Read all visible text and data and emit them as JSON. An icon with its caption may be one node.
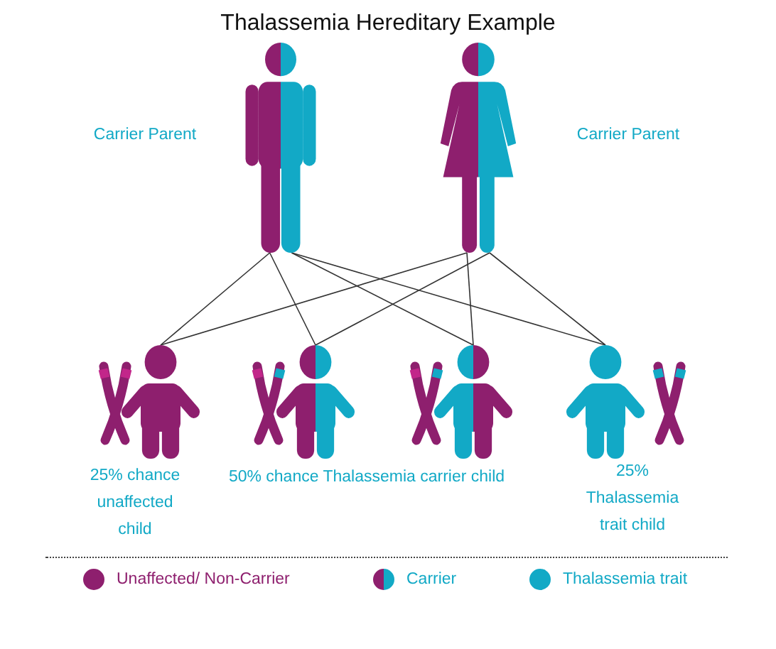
{
  "diagram": {
    "title": "Thalassemia Hereditary Example",
    "nodes": [
      {
        "text": [],
        "shape": "person",
        "beside": [
          "Carrier Parent"
        ]
      },
      {
        "text": [],
        "shape": "person",
        "beside": [
          "Carrier Parent"
        ]
      },
      {
        "text": [],
        "shape": "person",
        "beside": [
          "25% chance unaffected child"
        ]
      },
      {
        "text": [],
        "shape": "person"
      },
      {
        "text": [],
        "shape": "person"
      },
      {
        "text": [],
        "shape": "person",
        "beside": [
          "25% Thalassemia trait child"
        ]
      }
    ],
    "edges": [
      {
        "from": 0,
        "to": 2,
        "arrow": "none"
      },
      {
        "from": 0,
        "to": 3,
        "arrow": "none"
      },
      {
        "from": 0,
        "to": 4,
        "arrow": "none"
      },
      {
        "from": 0,
        "to": 5,
        "arrow": "none"
      },
      {
        "from": 1,
        "to": 2,
        "arrow": "none"
      },
      {
        "from": 1,
        "to": 4,
        "arrow": "none"
      },
      {
        "from": 1,
        "to": 3,
        "arrow": "none"
      },
      {
        "from": 1,
        "to": 5,
        "arrow": "none"
      }
    ],
    "labels": [
      "50% chance Thalassemia carrier child"
    ],
    "legend": [
      {
        "text": "Unaffected/ Non-Carrier",
        "color": "#8e1f6e"
      },
      {
        "text": "Carrier"
      },
      {
        "text": "Thalassemia trait",
        "color": "#12a9c6"
      }
    ]
  }
}
